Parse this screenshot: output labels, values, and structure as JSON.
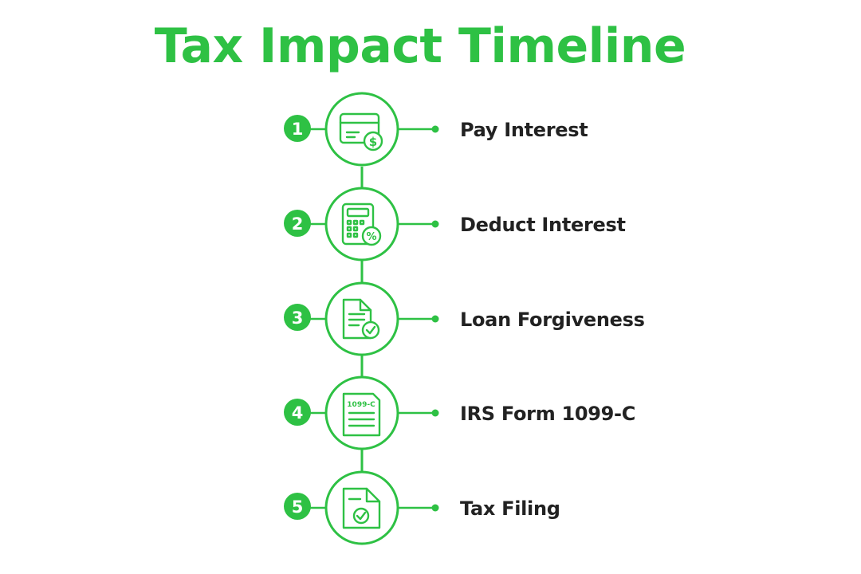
{
  "title": "Tax Impact Timeline",
  "colors": {
    "accent": "#2ec144",
    "text": "#222222",
    "background": "#ffffff"
  },
  "steps": [
    {
      "number": "1",
      "label": "Pay Interest",
      "icon": "credit-card-dollar-icon"
    },
    {
      "number": "2",
      "label": "Deduct Interest",
      "icon": "calculator-percent-icon"
    },
    {
      "number": "3",
      "label": "Loan Forgiveness",
      "icon": "document-check-icon"
    },
    {
      "number": "4",
      "label": "IRS Form 1099-C",
      "icon": "tax-form-icon",
      "icon_text": "1099-C"
    },
    {
      "number": "5",
      "label": "Tax Filing",
      "icon": "file-check-icon"
    }
  ]
}
